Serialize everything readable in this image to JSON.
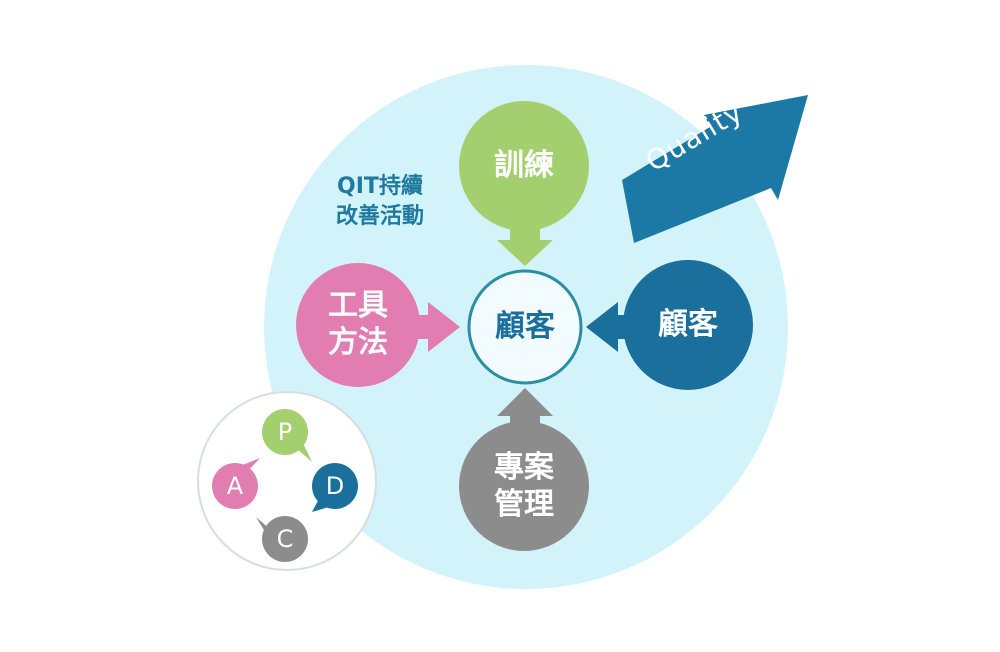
{
  "caption": {
    "line1": "QIT持續",
    "line2": "改善活動"
  },
  "center": {
    "label": "顧客"
  },
  "nodes": {
    "top": {
      "label": "訓練"
    },
    "left": {
      "line1": "工具",
      "line2": "方法"
    },
    "right": {
      "label": "顧客"
    },
    "bottom": {
      "line1": "專案",
      "line2": "管理"
    }
  },
  "arrow": {
    "label": "Quality"
  },
  "pdca": {
    "p": "P",
    "d": "D",
    "c": "C",
    "a": "A"
  },
  "colors": {
    "background_circle": "#d3f3fb",
    "green": "#a4cf6f",
    "pink": "#e27db2",
    "blue": "#1a6f9d",
    "gray": "#8c8c8c",
    "center_fill": "#f2fbfd",
    "center_border": "#2b8ea5",
    "quality_arrow": "#1c79a5"
  }
}
